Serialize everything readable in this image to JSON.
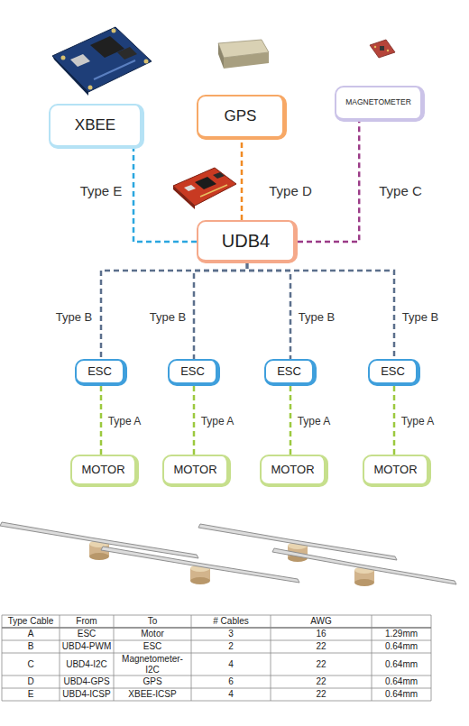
{
  "diagram": {
    "nodes": [
      {
        "text": [
          "XBEE"
        ]
      },
      {
        "text": [
          "GPS"
        ]
      },
      {
        "text": [
          "MAGNETOMETER"
        ]
      },
      {
        "text": [
          "UDB4"
        ]
      },
      {
        "text": [
          "ESC"
        ]
      },
      {
        "text": [
          "ESC"
        ]
      },
      {
        "text": [
          "ESC"
        ]
      },
      {
        "text": [
          "ESC"
        ]
      },
      {
        "text": [
          "MOTOR"
        ]
      },
      {
        "text": [
          "MOTOR"
        ]
      },
      {
        "text": [
          "MOTOR"
        ]
      },
      {
        "text": [
          "MOTOR"
        ]
      }
    ],
    "edges": [
      {
        "from": 3,
        "to": 0,
        "arrow": "none",
        "label": "Type E"
      },
      {
        "from": 3,
        "to": 1,
        "arrow": "none",
        "label": "Type D"
      },
      {
        "from": 3,
        "to": 2,
        "arrow": "none",
        "label": "Type C"
      },
      {
        "from": 3,
        "to": 4,
        "arrow": "none",
        "label": "Type B"
      },
      {
        "from": 3,
        "to": 5,
        "arrow": "none",
        "label": "Type B"
      },
      {
        "from": 3,
        "to": 6,
        "arrow": "none",
        "label": "Type B"
      },
      {
        "from": 3,
        "to": 7,
        "arrow": "none",
        "label": "Type B"
      },
      {
        "from": 4,
        "to": 8,
        "arrow": "none",
        "label": "Type A"
      },
      {
        "from": 5,
        "to": 9,
        "arrow": "none",
        "label": "Type A"
      },
      {
        "from": 6,
        "to": 10,
        "arrow": "none",
        "label": "Type A"
      },
      {
        "from": 7,
        "to": 11,
        "arrow": "none",
        "label": "Type A"
      }
    ],
    "labels": [
      "Type Cable",
      "From",
      "To",
      "# Cables",
      "AWG",
      "A",
      "ESC",
      "Motor",
      "3",
      "16",
      "1.29mm",
      "B",
      "UBD4-PWM",
      "ESC",
      "2",
      "22",
      "0.64mm",
      "C",
      "UBD4-I2C",
      "Magnetometer-I2C",
      "4",
      "22",
      "0.64mm",
      "D",
      "UBD4-GPS",
      "GPS",
      "6",
      "22",
      "0.64mm",
      "E",
      "UBD4-ICSP",
      "XBEE-ICSP",
      "4",
      "22",
      "0.64mm"
    ]
  }
}
